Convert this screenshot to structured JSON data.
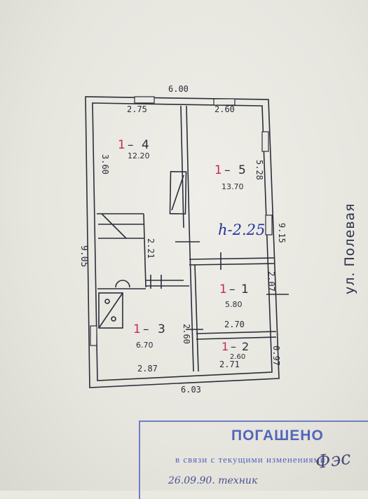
{
  "plan": {
    "dims": {
      "top_width": "6.00",
      "bottom_width": "6.03",
      "left_height": "9.05",
      "right_height": "9.15",
      "seg_top_left": "2.75",
      "seg_top_right": "2.60",
      "seg_left_upper": "3.60",
      "stair_len": "2.21",
      "room5_side": "5.28",
      "room1_side": "2.07",
      "room1_bottom": "2.70",
      "room3_side": "2.60",
      "room3_bottom": "2.87",
      "room2_side": "0.97",
      "room2_bottom": "2.71"
    },
    "height_label": "h-2.25",
    "rooms": [
      {
        "id": "1",
        "num": "4",
        "area": "12.20"
      },
      {
        "id": "1",
        "num": "5",
        "area": "13.70"
      },
      {
        "id": "1",
        "num": "1",
        "area": "5.80"
      },
      {
        "id": "1",
        "num": "3",
        "area": "6.70"
      },
      {
        "id": "1",
        "num": "2",
        "area": "2.60"
      }
    ]
  },
  "street": "ул. Полевая",
  "stamp": {
    "title": "ПОГАШЕНО",
    "line": "в связи с текущими изменениями",
    "date": "26.09.90. техник"
  },
  "colors": {
    "room_id": "#c22a5a",
    "ink": "#2a2e3c",
    "height_ink": "#2433a0",
    "stamp": "#5365bb"
  }
}
